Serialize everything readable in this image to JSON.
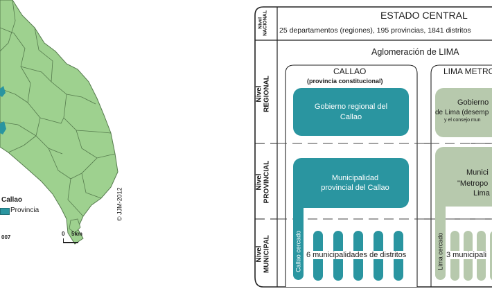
{
  "map": {
    "legend_title": "Callao",
    "legend_item": "Provincia",
    "scale_zero": "0",
    "scale_unit": "5km",
    "year_fragment": "007",
    "credit": "© JJM-2012",
    "colors": {
      "land": "#9ed18f",
      "border": "#557a4d",
      "callao": "#2a95a0"
    }
  },
  "diagram": {
    "header_title": "ESTADO CENTRAL",
    "header_subtitle": "25 departamentos (regiones), 195 provincias, 1841 distritos",
    "level_nacional": [
      "Nivel",
      "NACIONAL"
    ],
    "level_regional": [
      "Nivel",
      "REGIONAL"
    ],
    "level_provincial": [
      "Nivel",
      "PROVINCIAL"
    ],
    "level_municipal": [
      "Nivel",
      "MUNICIPAL"
    ],
    "agglomeration": "Aglomeración de LIMA",
    "callao": {
      "title": "CALLAO",
      "subtitle": "(provincia constitucional)",
      "regional_box": "Gobierno regional del Callao",
      "provincial_box": "Municipalidad provincial del Callao",
      "cercado": "Callao cercado",
      "districts": "6 municipalidades de distritos"
    },
    "lima": {
      "title": "LIMA METRO",
      "regional_line1": "Gobierno",
      "regional_line2": "de Lima (desemp",
      "regional_line3": "y el consejo mun",
      "provincial_line1": "Munici",
      "provincial_line2": "\"Metropo",
      "provincial_line3": "Lima",
      "cercado": "Lima cercado",
      "districts": "3 municipali"
    },
    "colors": {
      "teal": "#2a95a0",
      "sage": "#b7c9ad"
    }
  }
}
